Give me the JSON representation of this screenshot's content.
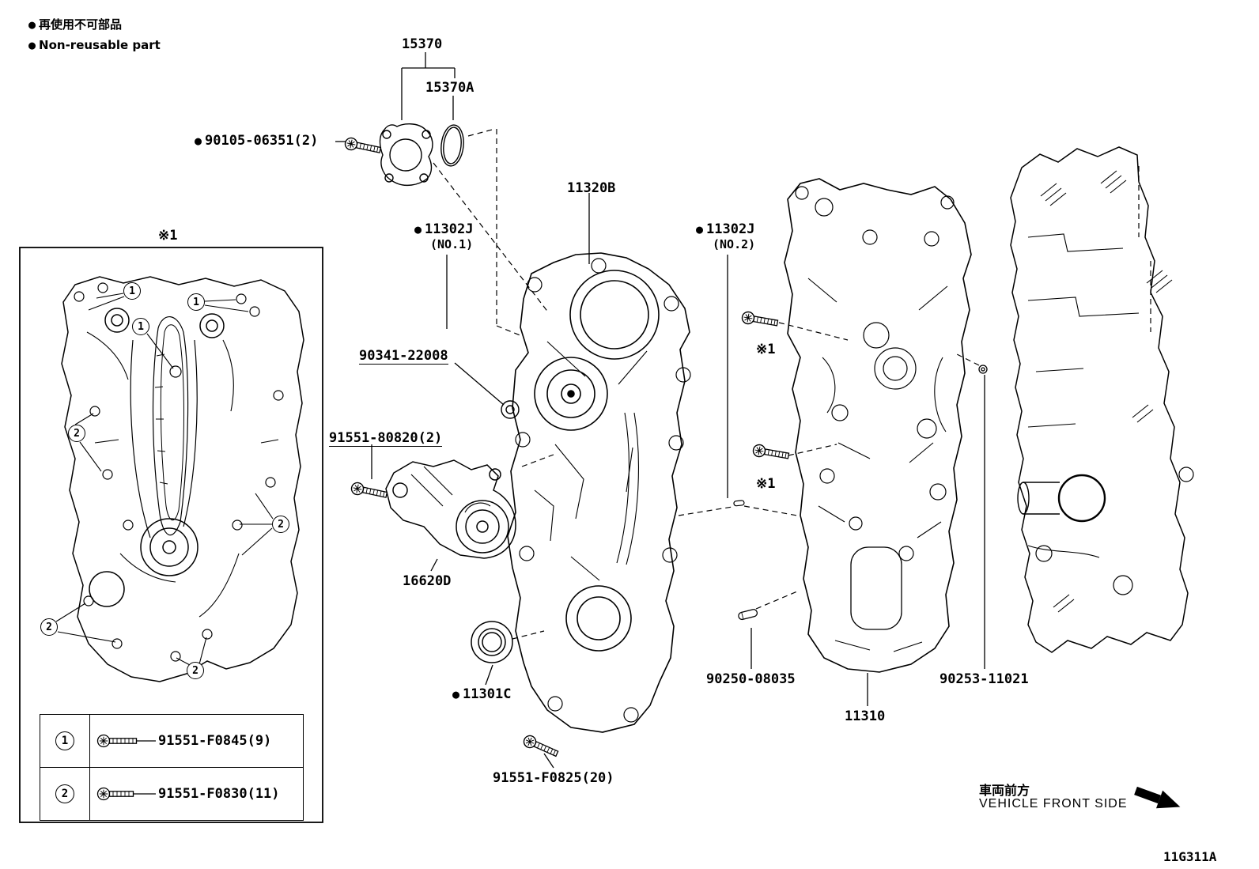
{
  "legend": {
    "jp": "再使用不可部品",
    "en": "Non-reusable part"
  },
  "icons": {
    "non_reusable": "●"
  },
  "parts": {
    "p15370": "15370",
    "p15370A": "15370A",
    "p90105": "90105-06351(2)",
    "p11320B": "11320B",
    "p11302J": "11302J",
    "no1": "(NO.1)",
    "no2": "(NO.2)",
    "p90341": "90341-22008",
    "p91551_80820": "91551-80820(2)",
    "p16620D": "16620D",
    "p11301C": "11301C",
    "p91551_F0825": "91551-F0825(20)",
    "p90250": "90250-08035",
    "p90253": "90253-11021",
    "p11310": "11310",
    "ref1": "※1"
  },
  "callouts": {
    "c1": "1",
    "c2": "2"
  },
  "table": {
    "rows": [
      {
        "num": "1",
        "part": "91551-F0845(9)"
      },
      {
        "num": "2",
        "part": "91551-F0830(11)"
      }
    ]
  },
  "footer": {
    "front_jp": "車両前方",
    "front_en": "VEHICLE FRONT SIDE",
    "code": "11G311A"
  }
}
